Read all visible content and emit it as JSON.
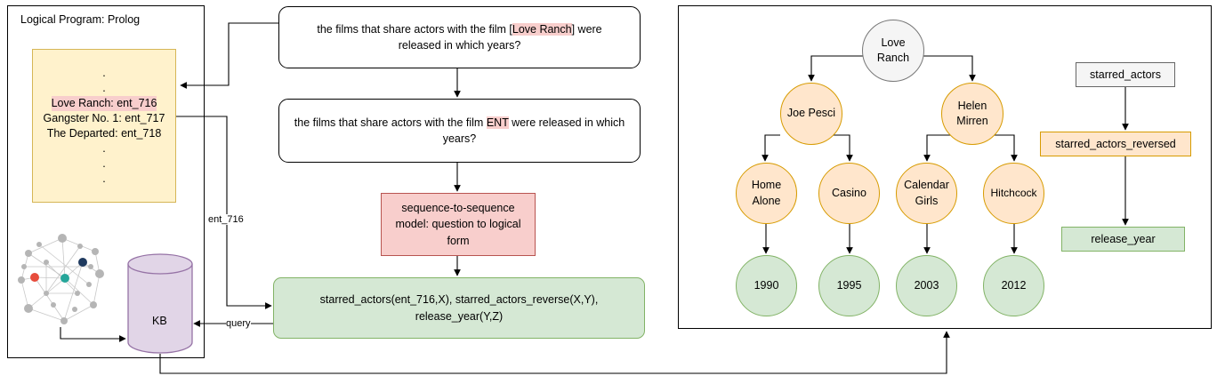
{
  "left_panel": {
    "title": "Logical Program: Prolog",
    "entity_lines": [
      ".",
      ".",
      "Love Ranch: ent_716",
      "Gangster No. 1: ent_717",
      "The Departed: ent_718",
      ".",
      ".",
      "."
    ],
    "kb_label": "KB"
  },
  "question": {
    "prefix": "the films that share actors with the film [",
    "entity": "Love Ranch",
    "suffix": "] were released in which years?"
  },
  "masked_question": {
    "prefix": "the films that share actors with the film ",
    "entity": "ENT",
    "suffix": " were released in which years?"
  },
  "seq2seq_label": "sequence-to-sequence model: question to logical form",
  "logical_form": "starred_actors(ent_716,X), starred_actors_reverse(X,Y), release_year(Y,Z)",
  "edge_labels": {
    "entity_id": "ent_716",
    "query": "query"
  },
  "tree": {
    "root": "Love Ranch",
    "actors": [
      "Joe Pesci",
      "Helen Mirren"
    ],
    "films": [
      "Home Alone",
      "Casino",
      "Calendar Girls",
      "Hitchcock"
    ],
    "years": [
      "1990",
      "1995",
      "2003",
      "2012"
    ]
  },
  "relations": [
    "starred_actors",
    "starred_actors_reversed",
    "release_year"
  ]
}
